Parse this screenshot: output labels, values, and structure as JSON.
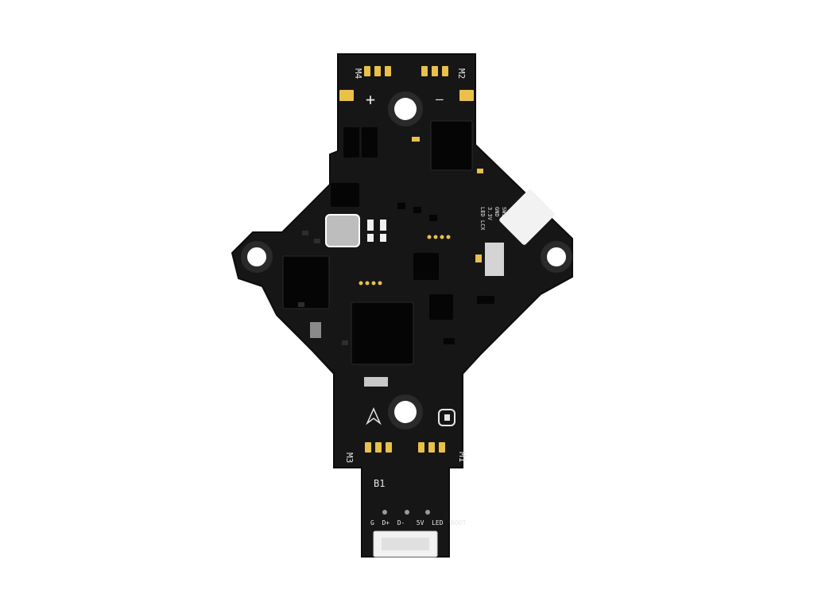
{
  "board": {
    "colors": {
      "pcb": "#161616",
      "pcb_edge": "#0c0c0c",
      "gold": "#e8c04a",
      "silk": "#e6e6e6",
      "chip": "#050505",
      "connector": "#f2f2f2",
      "inductor": "#bdbdbd"
    },
    "labels": {
      "m4": "M4",
      "m2": "M2",
      "m3": "M3",
      "m1": "M1",
      "plus": "+",
      "minus": "—",
      "b1": "B1",
      "sw": "SW1",
      "gnd": "GND",
      "v33": "3.3V",
      "led_lcx": "LED LCX",
      "usb_pins": "G  D+  D-   5V  LED  BOOT"
    }
  }
}
